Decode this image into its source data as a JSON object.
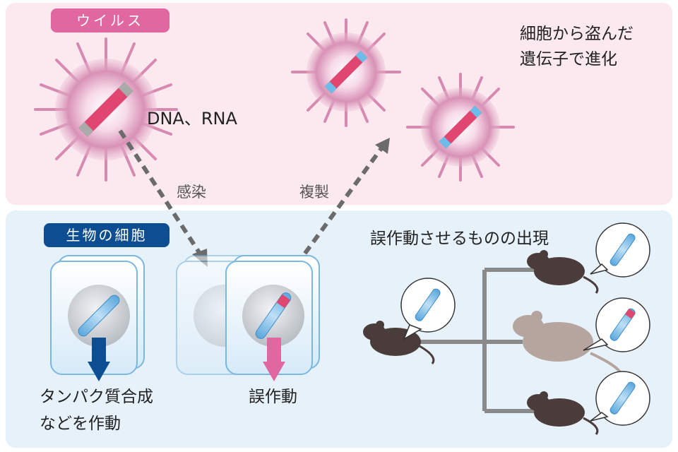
{
  "virus_section": {
    "tag": "ウイルス",
    "genome_label": "DNA、RNA",
    "evolution_note_line1": "細胞から盗んだ",
    "evolution_note_line2": "遺伝子で進化"
  },
  "arrows": {
    "infection": "感染",
    "replication": "複製"
  },
  "cell_section": {
    "tag": "生物の細胞",
    "normal_result_line1": "タンパク質合成",
    "normal_result_line2": "などを作動",
    "error_result": "誤作動",
    "emergence_title": "誤作動させるものの出現"
  },
  "colors": {
    "virus_pink": "#e0679f",
    "cell_blue": "#0d4d91",
    "error_arrow": "#e0679f",
    "normal_arrow": "#0d4d91",
    "mouse_dark": "#4a3c3b",
    "mouse_light": "#b5a59e"
  }
}
